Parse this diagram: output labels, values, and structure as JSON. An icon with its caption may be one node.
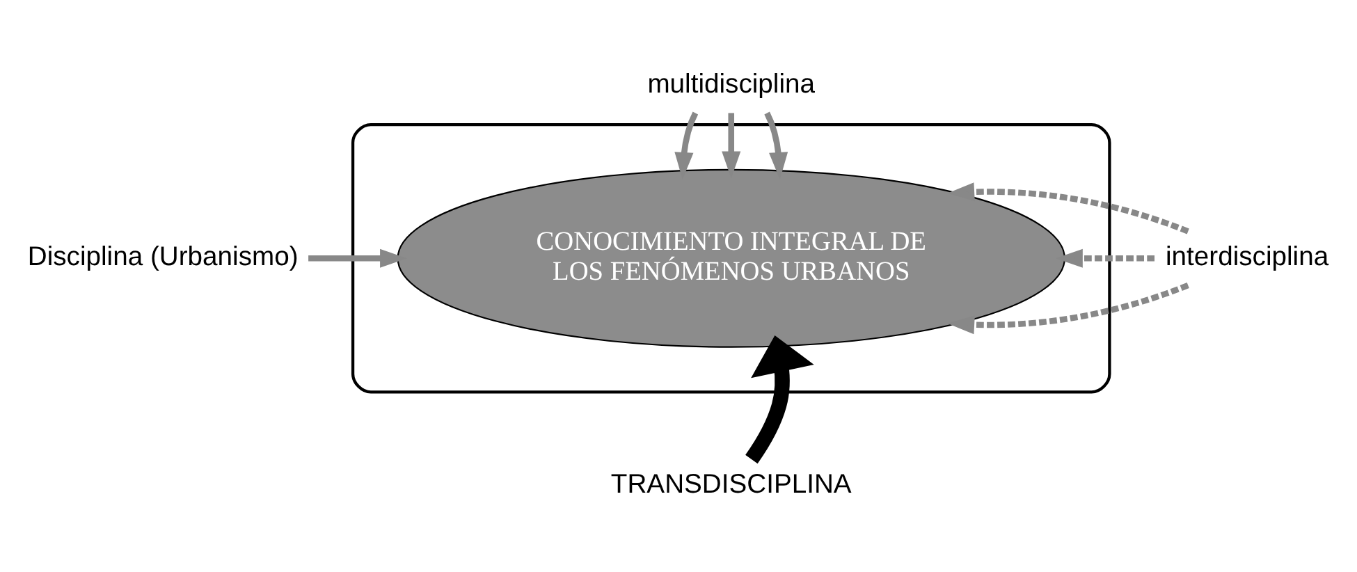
{
  "diagram": {
    "nodes": [
      {
        "text": [],
        "shape": "ellipse"
      },
      {
        "text": [
          "CONOCIMIENTO INTEGRAL DE LOS FENÓMENOS URBANOS"
        ],
        "in": 0
      },
      {
        "text": [
          "multidisciplina"
        ]
      },
      {
        "text": [
          "Disciplina (Urbanismo)"
        ]
      },
      {
        "text": [
          "interdisciplina"
        ]
      },
      {
        "text": [
          "TRANSDISCIPLINA"
        ]
      }
    ],
    "edges": [
      {
        "from": 2,
        "to": 1,
        "arrow": "to"
      },
      {
        "from": 2,
        "to": 1,
        "arrow": "to"
      },
      {
        "from": 2,
        "to": 1,
        "arrow": "to"
      },
      {
        "from": 3,
        "to": 1,
        "arrow": "to"
      },
      {
        "from": 4,
        "to": 1,
        "arrow": "to",
        "style": "dashed"
      },
      {
        "from": 4,
        "to": 1,
        "arrow": "to",
        "style": "dashed"
      },
      {
        "from": 4,
        "to": 1,
        "arrow": "to",
        "style": "dashed"
      },
      {
        "from": 5,
        "to": 1,
        "arrow": "to",
        "style": "thick",
        "color": "#000000"
      }
    ]
  }
}
